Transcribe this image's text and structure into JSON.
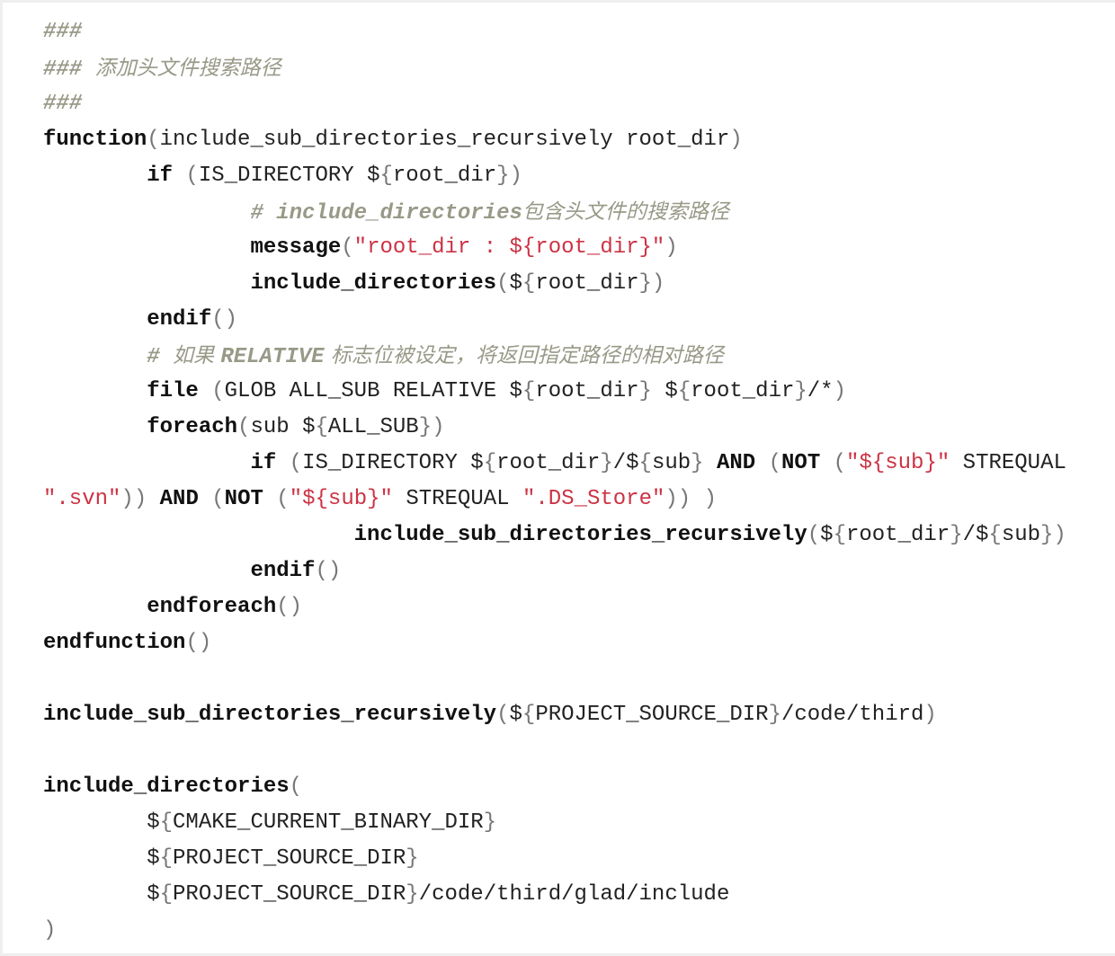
{
  "code_block": {
    "language": "cmake",
    "colors": {
      "keyword": "#111111",
      "punctuation": "#777777",
      "string": "#cc3344",
      "comment": "#999988",
      "text": "#222222",
      "background": "#ffffff",
      "frame": "#efefef"
    },
    "lines": [
      [
        {
          "t": "cm",
          "v": "###"
        }
      ],
      [
        {
          "t": "cm",
          "v": "### "
        },
        {
          "t": "cmcjk",
          "v": "添加头文件搜索路径"
        }
      ],
      [
        {
          "t": "cm",
          "v": "###"
        }
      ],
      [
        {
          "t": "kw",
          "v": "function"
        },
        {
          "t": "p",
          "v": "("
        },
        {
          "t": "txt",
          "v": "include_sub_directories_recursively root_dir"
        },
        {
          "t": "p",
          "v": ")"
        }
      ],
      [
        {
          "t": "txt",
          "v": "        "
        },
        {
          "t": "kw",
          "v": "if"
        },
        {
          "t": "txt",
          "v": " "
        },
        {
          "t": "p",
          "v": "("
        },
        {
          "t": "txt",
          "v": "IS_DIRECTORY $"
        },
        {
          "t": "p",
          "v": "{"
        },
        {
          "t": "txt",
          "v": "root_dir"
        },
        {
          "t": "p",
          "v": "})"
        }
      ],
      [
        {
          "t": "txt",
          "v": "                "
        },
        {
          "t": "cm",
          "v": "# include_directories"
        },
        {
          "t": "cmcjk",
          "v": "包含头文件的搜索路径"
        }
      ],
      [
        {
          "t": "txt",
          "v": "                "
        },
        {
          "t": "kw",
          "v": "message"
        },
        {
          "t": "p",
          "v": "("
        },
        {
          "t": "str",
          "v": "\"root_dir : ${root_dir}\""
        },
        {
          "t": "p",
          "v": ")"
        }
      ],
      [
        {
          "t": "txt",
          "v": "                "
        },
        {
          "t": "kw",
          "v": "include_directories"
        },
        {
          "t": "p",
          "v": "("
        },
        {
          "t": "txt",
          "v": "$"
        },
        {
          "t": "p",
          "v": "{"
        },
        {
          "t": "txt",
          "v": "root_dir"
        },
        {
          "t": "p",
          "v": "})"
        }
      ],
      [
        {
          "t": "txt",
          "v": "        "
        },
        {
          "t": "kw",
          "v": "endif"
        },
        {
          "t": "p",
          "v": "()"
        }
      ],
      [
        {
          "t": "txt",
          "v": "        "
        },
        {
          "t": "cm",
          "v": "# "
        },
        {
          "t": "cmcjk",
          "v": "如果 "
        },
        {
          "t": "cm",
          "v": "RELATIVE"
        },
        {
          "t": "cmcjk",
          "v": " 标志位被设定，将返回指定路径的相对路径"
        }
      ],
      [
        {
          "t": "txt",
          "v": "        "
        },
        {
          "t": "kw",
          "v": "file"
        },
        {
          "t": "txt",
          "v": " "
        },
        {
          "t": "p",
          "v": "("
        },
        {
          "t": "txt",
          "v": "GLOB ALL_SUB RELATIVE $"
        },
        {
          "t": "p",
          "v": "{"
        },
        {
          "t": "txt",
          "v": "root_dir"
        },
        {
          "t": "p",
          "v": "}"
        },
        {
          "t": "txt",
          "v": " $"
        },
        {
          "t": "p",
          "v": "{"
        },
        {
          "t": "txt",
          "v": "root_dir"
        },
        {
          "t": "p",
          "v": "}"
        },
        {
          "t": "txt",
          "v": "/*"
        },
        {
          "t": "p",
          "v": ")"
        }
      ],
      [
        {
          "t": "txt",
          "v": "        "
        },
        {
          "t": "kw",
          "v": "foreach"
        },
        {
          "t": "p",
          "v": "("
        },
        {
          "t": "txt",
          "v": "sub $"
        },
        {
          "t": "p",
          "v": "{"
        },
        {
          "t": "txt",
          "v": "ALL_SUB"
        },
        {
          "t": "p",
          "v": "})"
        }
      ],
      [
        {
          "t": "txt",
          "v": "                "
        },
        {
          "t": "kw",
          "v": "if"
        },
        {
          "t": "txt",
          "v": " "
        },
        {
          "t": "p",
          "v": "("
        },
        {
          "t": "txt",
          "v": "IS_DIRECTORY $"
        },
        {
          "t": "p",
          "v": "{"
        },
        {
          "t": "txt",
          "v": "root_dir"
        },
        {
          "t": "p",
          "v": "}"
        },
        {
          "t": "txt",
          "v": "/$"
        },
        {
          "t": "p",
          "v": "{"
        },
        {
          "t": "txt",
          "v": "sub"
        },
        {
          "t": "p",
          "v": "}"
        },
        {
          "t": "txt",
          "v": " "
        },
        {
          "t": "kw",
          "v": "AND"
        },
        {
          "t": "txt",
          "v": " "
        },
        {
          "t": "p",
          "v": "("
        },
        {
          "t": "kw",
          "v": "NOT"
        },
        {
          "t": "txt",
          "v": " "
        },
        {
          "t": "p",
          "v": "("
        },
        {
          "t": "str",
          "v": "\"${sub}\""
        },
        {
          "t": "txt",
          "v": " STREQUAL"
        }
      ],
      [
        {
          "t": "str",
          "v": "\".svn\""
        },
        {
          "t": "p",
          "v": "))"
        },
        {
          "t": "txt",
          "v": " "
        },
        {
          "t": "kw",
          "v": "AND"
        },
        {
          "t": "txt",
          "v": " "
        },
        {
          "t": "p",
          "v": "("
        },
        {
          "t": "kw",
          "v": "NOT"
        },
        {
          "t": "txt",
          "v": " "
        },
        {
          "t": "p",
          "v": "("
        },
        {
          "t": "str",
          "v": "\"${sub}\""
        },
        {
          "t": "txt",
          "v": " STREQUAL "
        },
        {
          "t": "str",
          "v": "\".DS_Store\""
        },
        {
          "t": "p",
          "v": "))"
        },
        {
          "t": "txt",
          "v": " "
        },
        {
          "t": "p",
          "v": ")"
        }
      ],
      [
        {
          "t": "txt",
          "v": "                        "
        },
        {
          "t": "kw",
          "v": "include_sub_directories_recursively"
        },
        {
          "t": "p",
          "v": "("
        },
        {
          "t": "txt",
          "v": "$"
        },
        {
          "t": "p",
          "v": "{"
        },
        {
          "t": "txt",
          "v": "root_dir"
        },
        {
          "t": "p",
          "v": "}"
        },
        {
          "t": "txt",
          "v": "/$"
        },
        {
          "t": "p",
          "v": "{"
        },
        {
          "t": "txt",
          "v": "sub"
        },
        {
          "t": "p",
          "v": "})"
        }
      ],
      [
        {
          "t": "txt",
          "v": "                "
        },
        {
          "t": "kw",
          "v": "endif"
        },
        {
          "t": "p",
          "v": "()"
        }
      ],
      [
        {
          "t": "txt",
          "v": "        "
        },
        {
          "t": "kw",
          "v": "endforeach"
        },
        {
          "t": "p",
          "v": "()"
        }
      ],
      [
        {
          "t": "kw",
          "v": "endfunction"
        },
        {
          "t": "p",
          "v": "()"
        }
      ],
      [],
      [
        {
          "t": "kw",
          "v": "include_sub_directories_recursively"
        },
        {
          "t": "p",
          "v": "("
        },
        {
          "t": "txt",
          "v": "$"
        },
        {
          "t": "p",
          "v": "{"
        },
        {
          "t": "txt",
          "v": "PROJECT_SOURCE_DIR"
        },
        {
          "t": "p",
          "v": "}"
        },
        {
          "t": "txt",
          "v": "/code/third"
        },
        {
          "t": "p",
          "v": ")"
        }
      ],
      [],
      [
        {
          "t": "kw",
          "v": "include_directories"
        },
        {
          "t": "p",
          "v": "("
        }
      ],
      [
        {
          "t": "txt",
          "v": "        $"
        },
        {
          "t": "p",
          "v": "{"
        },
        {
          "t": "txt",
          "v": "CMAKE_CURRENT_BINARY_DIR"
        },
        {
          "t": "p",
          "v": "}"
        }
      ],
      [
        {
          "t": "txt",
          "v": "        $"
        },
        {
          "t": "p",
          "v": "{"
        },
        {
          "t": "txt",
          "v": "PROJECT_SOURCE_DIR"
        },
        {
          "t": "p",
          "v": "}"
        }
      ],
      [
        {
          "t": "txt",
          "v": "        $"
        },
        {
          "t": "p",
          "v": "{"
        },
        {
          "t": "txt",
          "v": "PROJECT_SOURCE_DIR"
        },
        {
          "t": "p",
          "v": "}"
        },
        {
          "t": "txt",
          "v": "/code/third/glad/include"
        }
      ],
      [
        {
          "t": "p",
          "v": ")"
        }
      ]
    ]
  }
}
